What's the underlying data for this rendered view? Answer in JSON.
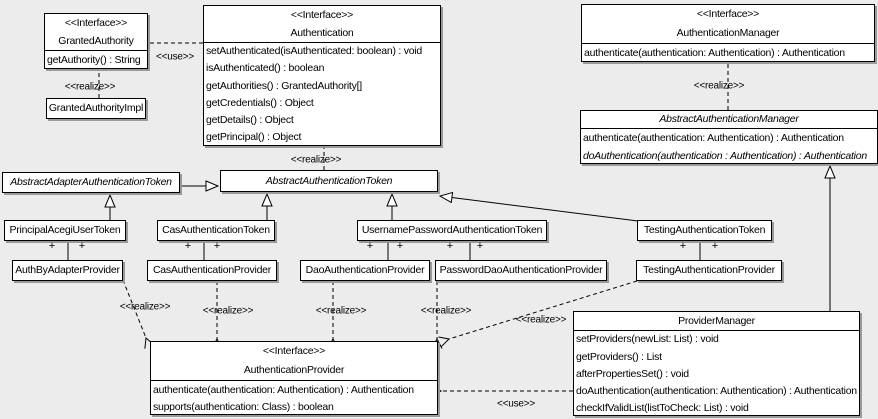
{
  "labels": {
    "realize": "&lt;&lt;realize&gt;&gt;",
    "use": "&lt;&lt;use&gt;&gt;",
    "plus": "+"
  },
  "classes": {
    "granted_authority": {
      "stereotype": "<<Interface>>",
      "name": "GrantedAuthority",
      "methods": [
        "getAuthority() : String"
      ]
    },
    "granted_authority_impl": {
      "name": "GrantedAuthorityImpl"
    },
    "authentication": {
      "stereotype": "<<Interface>>",
      "name": "Authentication",
      "methods": [
        "setAuthenticated(isAuthenticated: boolean) : void",
        "isAuthenticated() : boolean",
        "getAuthorities() : GrantedAuthority[]",
        "getCredentials() : Object",
        "getDetails() : Object",
        "getPrincipal() : Object"
      ]
    },
    "authentication_manager": {
      "stereotype": "<<Interface>>",
      "name": "AuthenticationManager",
      "methods": [
        "authenticate(authentication: Authentication) : Authentication"
      ]
    },
    "abstract_authentication_manager": {
      "name": "AbstractAuthenticationManager",
      "methods": [
        "authenticate(authentication: Authentication) : Authentication",
        "doAuthentication(authentication : Authentication) : Authentication"
      ]
    },
    "abstract_adapter_authentication_token": {
      "name": "AbstractAdapterAuthenticationToken"
    },
    "abstract_authentication_token": {
      "name": "AbstractAuthenticationToken"
    },
    "principal_acegi_user_token": {
      "name": "PrincipalAcegiUserToken"
    },
    "cas_authentication_token": {
      "name": "CasAuthenticationToken"
    },
    "username_password_authentication_token": {
      "name": "UsernamePasswordAuthenticationToken"
    },
    "testing_authentication_token": {
      "name": "TestingAuthenticationToken"
    },
    "auth_by_adapter_provider": {
      "name": "AuthByAdapterProvider"
    },
    "cas_authentication_provider": {
      "name": "CasAuthenticationProvider"
    },
    "dao_authentication_provider": {
      "name": "DaoAuthenticationProvider"
    },
    "password_dao_authentication_provider": {
      "name": "PasswordDaoAuthenticationProvider"
    },
    "testing_authentication_provider": {
      "name": "TestingAuthenticationProvider"
    },
    "authentication_provider": {
      "stereotype": "<<Interface>>",
      "name": "AuthenticationProvider",
      "methods": [
        "authenticate(authentication: Authentication) : Authentication",
        "supports(authentication: Class) : boolean"
      ]
    },
    "provider_manager": {
      "name": "ProviderManager",
      "methods": [
        "setProviders(newList: List) : void",
        "getProviders() : List",
        "afterPropertiesSet() : void",
        "doAuthentication(authentication: Authentication) : Authentication",
        "checkIfValidList(listToCheck: List) : void"
      ]
    }
  }
}
